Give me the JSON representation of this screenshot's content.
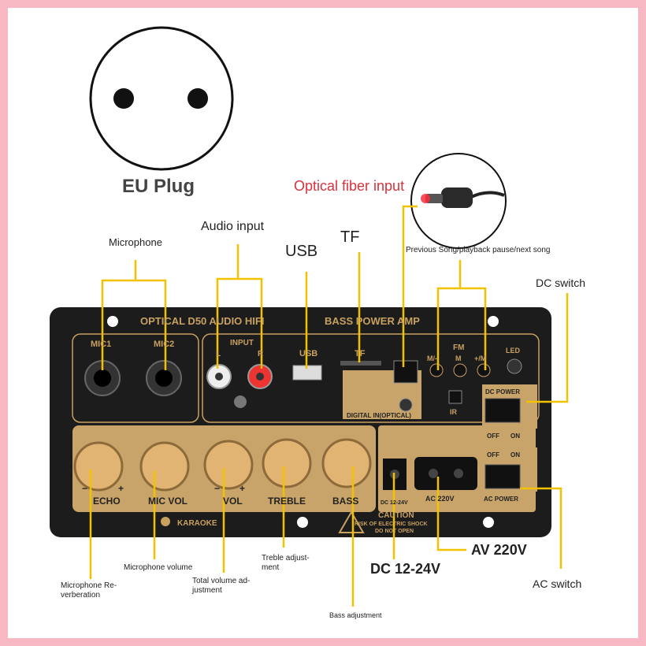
{
  "plug": {
    "label": "EU Plug"
  },
  "callouts": {
    "optical_fiber": "Optical fiber input",
    "microphone": "Microphone",
    "audio_input": "Audio input",
    "usb": "USB",
    "tf": "TF",
    "song_controls": "Previous Song/playback pause/next song",
    "dc_switch": "DC switch",
    "mic_reverb": [
      "Microphone Re-",
      "verberation"
    ],
    "mic_volume": [
      "Microphone volume"
    ],
    "total_volume": [
      "Total volume ad-",
      "justment"
    ],
    "treble": [
      "Treble adjust-",
      "ment"
    ],
    "bass": "Bass adjustment",
    "dc_power": "DC 12-24V",
    "av_power": "AV 220V",
    "ac_switch": "AC switch"
  },
  "panel": {
    "title_left": "OPTICAL D50 AUDIO HIFI",
    "title_right": "BASS POWER AMP",
    "mic1": "MIC1",
    "mic2": "MIC2",
    "input": "INPUT",
    "input_l": "L",
    "input_r": "R",
    "usb": "USB",
    "tf": "TF",
    "fm": "FM",
    "fm_prev": "M/-",
    "fm_mid": "M",
    "fm_next": "+/M",
    "led": "LED",
    "ir": "IR",
    "digital": "DIGITAL IN(OPTICAL)",
    "dc_power": "DC POWER",
    "off": "OFF",
    "on": "ON",
    "ac_power": "AC POWER",
    "echo": "ECHO",
    "mic_vol": "MIC VOL",
    "vol": "VOL",
    "treble": "TREBLE",
    "bass": "BASS",
    "minus": "−",
    "plus": "+",
    "dc_label": "DC 12-24V",
    "ac_label": "AC 220V",
    "karaoke": "KARAOKE",
    "caution": "CAUTION",
    "caution_line1": "RISK OF ELECTRIC SHOCK",
    "caution_line2": "DO NOT OPEN"
  },
  "colors": {
    "border": "#f7b8c4",
    "callout_line": "#f2c200",
    "panel": "#1c1c1c",
    "gold": "#c8a060",
    "optical_text": "#d8323c"
  }
}
